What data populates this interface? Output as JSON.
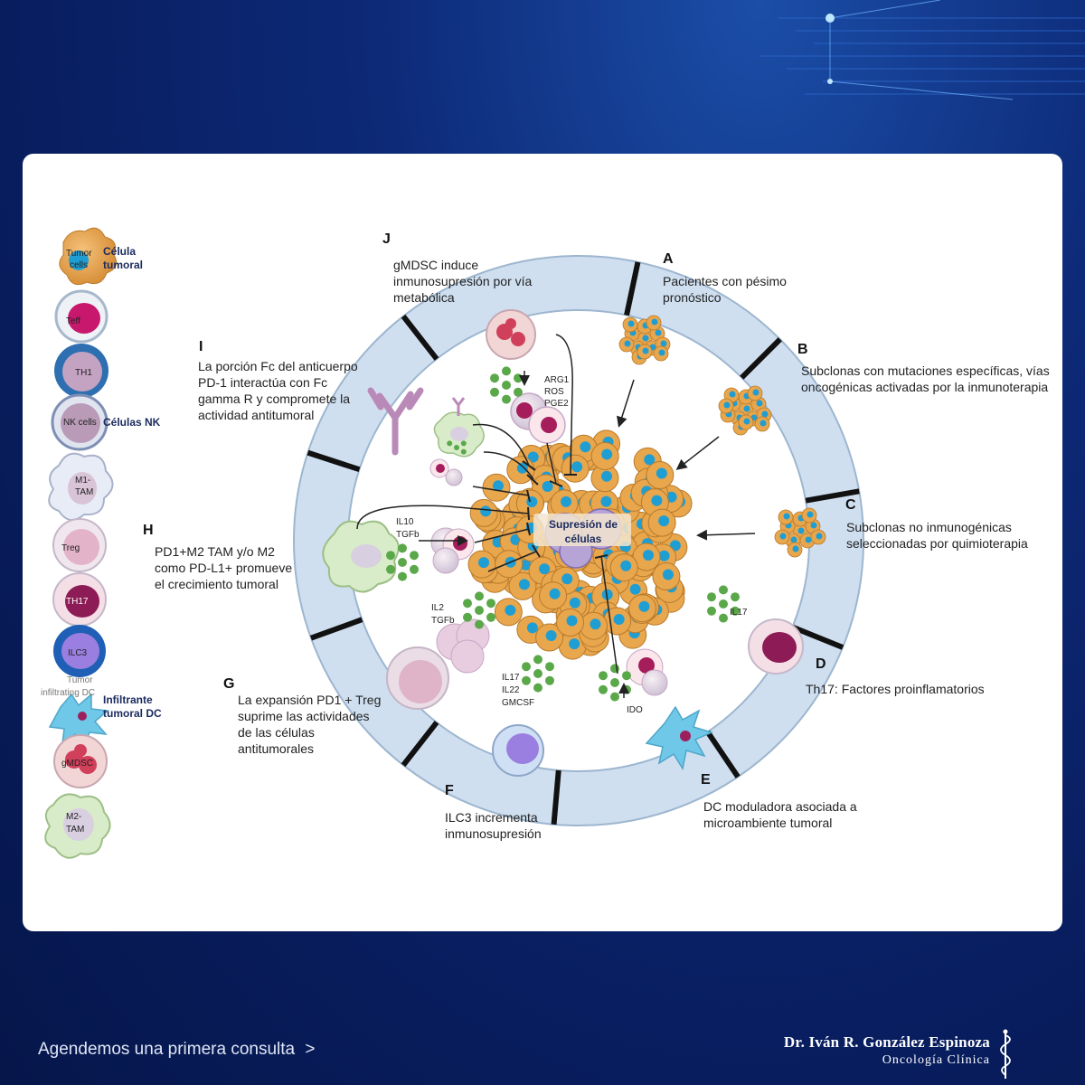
{
  "legend": {
    "tumor": {
      "inner": "Tumor cells",
      "label": "Célula tumoral"
    },
    "teff": "Teff",
    "th1": "TH1",
    "nk": {
      "inner": "NK cells",
      "label": "Células NK"
    },
    "m1": "M1-TAM",
    "treg": "Treg",
    "th17": "TH17",
    "ilc3": "ILC3",
    "dc": {
      "inner": "Tumor infiltrating DC",
      "label": "Infiltrante tumoral DC"
    },
    "gmdsc": "gMDSC",
    "m2": "M2-TAM"
  },
  "sections": {
    "A": {
      "letter": "A",
      "text": "Pacientes con pésimo pronóstico"
    },
    "B": {
      "letter": "B",
      "text": "Subclonas con mutaciones específicas, vías oncogénicas activadas por la inmunoterapia"
    },
    "C": {
      "letter": "C",
      "text": "Subclonas no inmunogénicas seleccionadas por quimioterapia"
    },
    "D": {
      "letter": "D",
      "text": "Th17: Factores proinflamatorios"
    },
    "E": {
      "letter": "E",
      "text": "DC moduladora asociada a microambiente tumoral"
    },
    "F": {
      "letter": "F",
      "text": "ILC3 incrementa inmunosupresión"
    },
    "G": {
      "letter": "G",
      "text": "La expansión PD1 + Treg suprime las actividades de las células antitumorales"
    },
    "H": {
      "letter": "H",
      "text": "PD1+M2 TAM y/o M2 como PD-L1+ promueve el crecimiento tumoral"
    },
    "I": {
      "letter": "I",
      "text": "La porción Fc del anticuerpo PD-1 interactúa con Fc gamma R y compromete la actividad antitumoral"
    },
    "J": {
      "letter": "J",
      "text": "gMDSC induce inmunosupresión por vía metabólica"
    }
  },
  "center_label": "Supresión de células",
  "factors": {
    "arg": [
      "ARG1",
      "ROS",
      "PGE2"
    ],
    "il10": [
      "IL10",
      "TGFb"
    ],
    "il2": [
      "IL2",
      "TGFb"
    ],
    "il17a": "IL17",
    "il17b": [
      "IL17",
      "IL22",
      "GMCSF"
    ],
    "ido": "IDO"
  },
  "footer": {
    "cta": "Agendemos una primera consulta",
    "cta_arrow": ">",
    "brand_name": "Dr. Iván R. González Espinoza",
    "brand_sub": "Oncología Clínica"
  },
  "colors": {
    "ring": "#cfdff0",
    "tumor_cell": "#e8a64d",
    "tumor_nucleus": "#1f9ed4",
    "cytokine": "#5aa84a",
    "bg_dark": "#081d5e"
  }
}
